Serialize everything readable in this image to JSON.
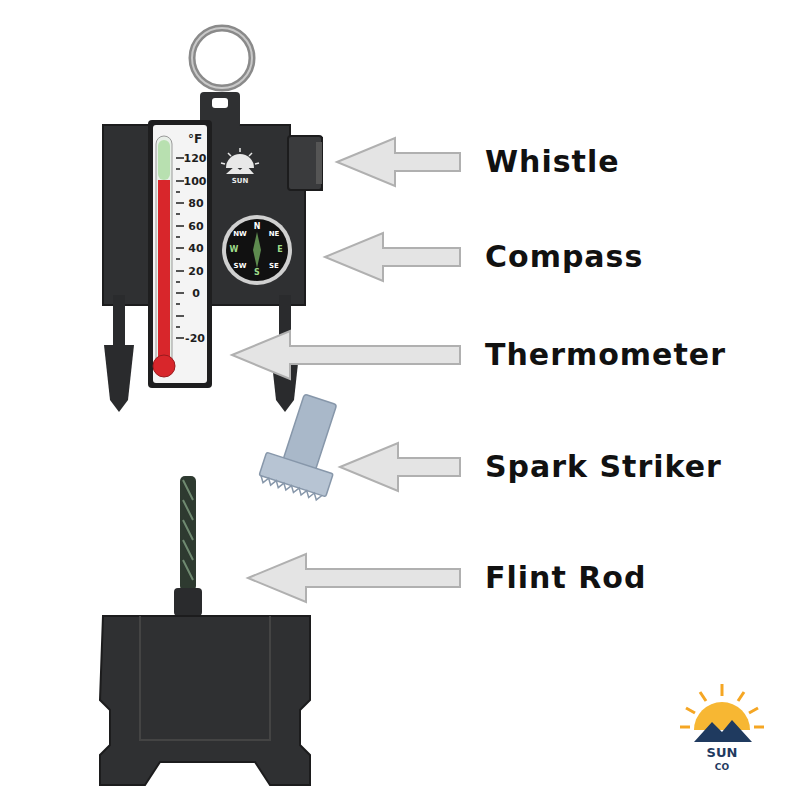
{
  "diagram": {
    "labels": [
      "Whistle",
      "Compass",
      "Thermometer",
      "Spark Striker",
      "Flint Rod",
      "°F",
      "120",
      "100",
      "80",
      "60",
      "40",
      "20",
      "0",
      "-20",
      "SUN",
      "N",
      "NE",
      "E",
      "SE",
      "S",
      "SW",
      "W",
      "NW",
      "SUN",
      "CO"
    ]
  }
}
